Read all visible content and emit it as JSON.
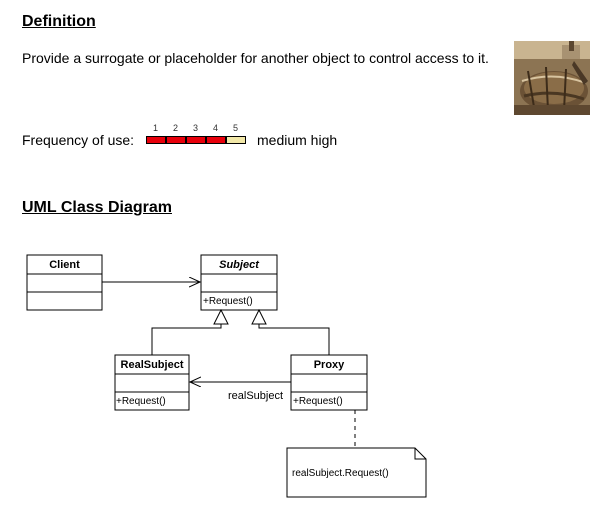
{
  "definition": {
    "heading": "Definition",
    "text": "Provide a surrogate or placeholder for another object to control access to it."
  },
  "frequency": {
    "label": "Frequency of use:",
    "scale": [
      "1",
      "2",
      "3",
      "4",
      "5"
    ],
    "level": 4,
    "max": 5,
    "value_text": "medium high",
    "filled_color": "#e8000b",
    "empty_color": "#f2e8a8"
  },
  "uml": {
    "heading": "UML Class Diagram",
    "classes": {
      "client": {
        "name": "Client",
        "attributes": "",
        "operations": ""
      },
      "subject": {
        "name": "Subject",
        "attributes": "",
        "operations": "+Request()"
      },
      "real_subject": {
        "name": "RealSubject",
        "attributes": "",
        "operations": "+Request()"
      },
      "proxy": {
        "name": "Proxy",
        "attributes": "",
        "operations": "+Request()"
      }
    },
    "association_label": "realSubject",
    "note": "realSubject.Request()"
  }
}
